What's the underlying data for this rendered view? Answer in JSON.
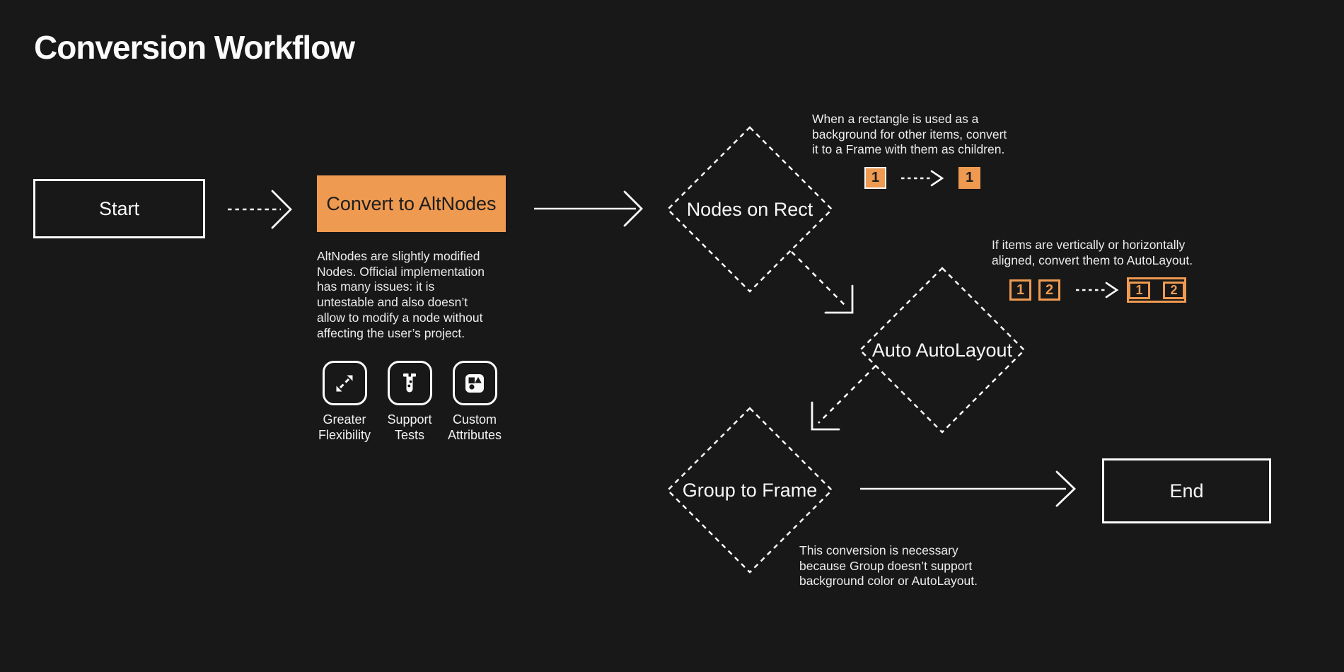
{
  "title": "Conversion Workflow",
  "colors": {
    "accent": "#EF9A51",
    "bg": "#181818",
    "ink": "#F2F2F2",
    "dark": "#1D1D1D"
  },
  "nodes": {
    "start": "Start",
    "convert": "Convert to AltNodes",
    "nodes_on_rect": "Nodes on Rect",
    "auto_autolayout": "Auto AutoLayout",
    "group_to_frame": "Group to Frame",
    "end": "End"
  },
  "paragraphs": {
    "altnodes": [
      "AltNodes are slightly modified",
      "Nodes. Official implementation",
      "has many issues: it is",
      "untestable and also doesn’t",
      "allow to modify a node without",
      "affecting the user’s project."
    ],
    "rect_note": [
      "When a rectangle is used as a",
      "background for other items, convert",
      "it to a Frame with them as children."
    ],
    "autolayout_note": [
      "If items are vertically or horizontally",
      "aligned, convert them to AutoLayout."
    ],
    "group_note": [
      "This conversion is necessary",
      "because Group doesn’t support",
      "background color or AutoLayout."
    ]
  },
  "features": [
    {
      "icon": "expand-arrows-icon",
      "label": "Greater Flexibility"
    },
    {
      "icon": "test-tube-icon",
      "label": "Support Tests"
    },
    {
      "icon": "shapes-icon",
      "label": "Custom Attributes"
    }
  ],
  "examples": {
    "rect_before": "1",
    "rect_after": "1",
    "autolayout_before": [
      "1",
      "2"
    ],
    "autolayout_after": [
      "1",
      "2"
    ]
  }
}
